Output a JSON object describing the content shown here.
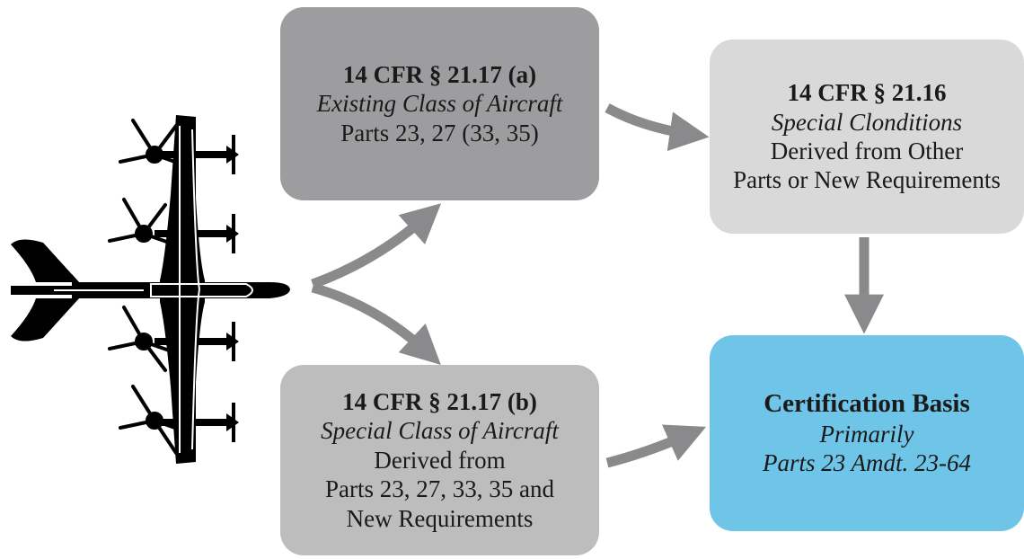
{
  "boxes": {
    "existing_class": {
      "title": "14 CFR § 21.17 (a)",
      "subtitle": "Existing Class of Aircraft",
      "lines": [
        "Parts 23, 27 (33, 35)"
      ]
    },
    "special_class": {
      "title": "14 CFR § 21.17 (b)",
      "subtitle": "Special Class of Aircraft",
      "lines": [
        "Derived from",
        "Parts 23, 27, 33, 35 and",
        "New Requirements"
      ]
    },
    "special_conditions": {
      "title": "14 CFR § 21.16",
      "subtitle": "Special Clonditions",
      "lines": [
        "Derived from Other",
        "Parts or New Requirements"
      ]
    },
    "certification_basis": {
      "title": "Certification Basis",
      "subtitle": "Primarily",
      "lines": [
        "Parts 23 Amdt. 23-64"
      ]
    }
  },
  "colors": {
    "existing_class_fill": "#9d9d9f",
    "special_class_fill": "#bdbdbd",
    "special_conditions_fill": "#d9d9d9",
    "certification_basis_fill": "#6fc5e8",
    "arrow": "#8a8a8c",
    "aircraft": "#000000"
  },
  "icons": {
    "aircraft": "evtol-aircraft-icon",
    "arrow": "curved-arrow"
  }
}
